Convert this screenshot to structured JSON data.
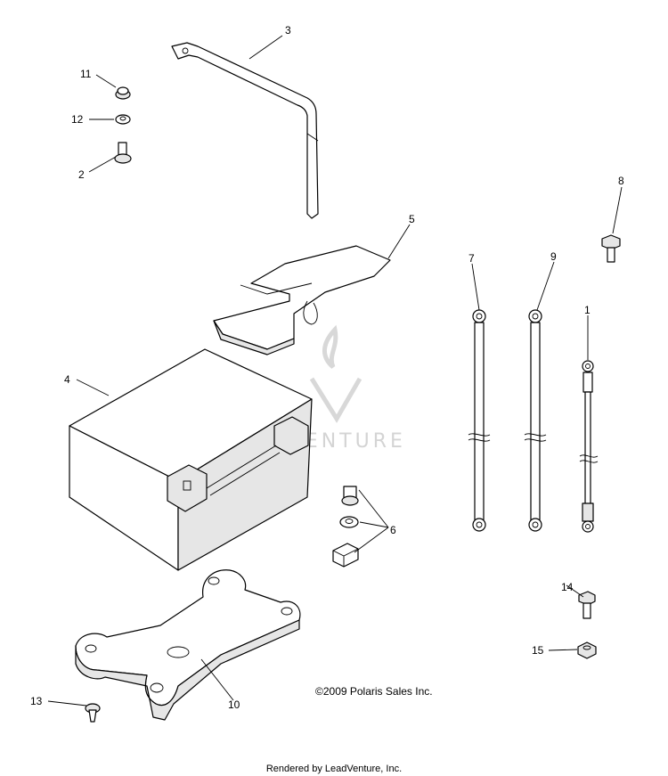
{
  "callouts": [
    "1",
    "2",
    "3",
    "4",
    "5",
    "6",
    "7",
    "8",
    "9",
    "10",
    "11",
    "12",
    "13",
    "14",
    "15"
  ],
  "watermark": {
    "text": "LEADVENTURE"
  },
  "copyright": "©2009 Polaris Sales Inc.",
  "footer": "Rendered by LeadVenture, Inc."
}
